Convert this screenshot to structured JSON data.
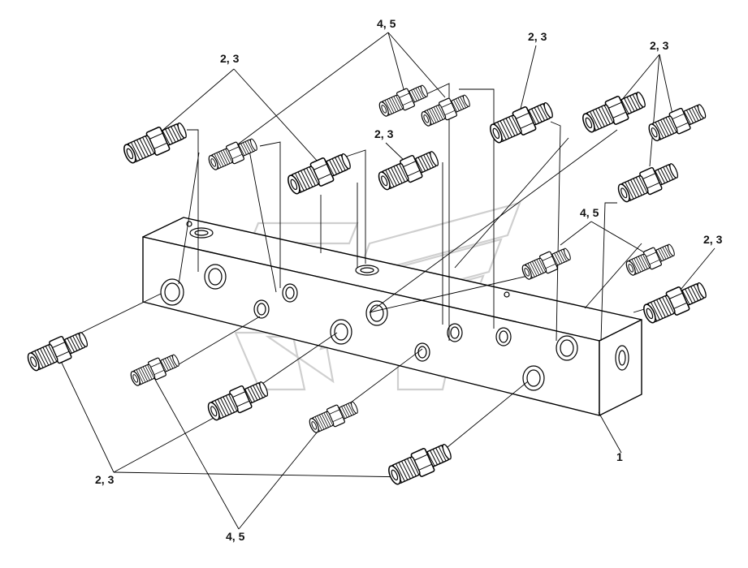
{
  "labels": {
    "top_center": "4, 5",
    "top_left": "2, 3",
    "top_mid": "2, 3",
    "top_right": "2, 3",
    "mid_small": "2, 3",
    "right_45": "4, 5",
    "right_23": "2, 3",
    "block": "1",
    "bottom_23": "2, 3",
    "bottom_45": "4, 5"
  },
  "colors": {
    "line": "#000000",
    "fill": "#ffffff",
    "watermark": "#cfcfcf"
  }
}
